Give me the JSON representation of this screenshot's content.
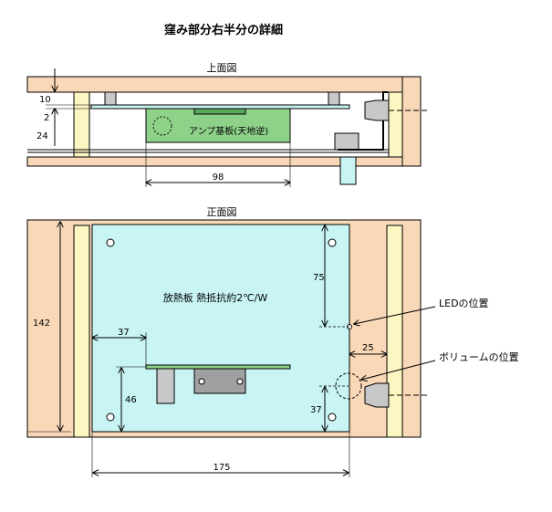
{
  "title": "窪み部分右半分の詳細",
  "top_view": {
    "caption": "上面図",
    "amp_board_label": "アンプ基板(天地逆)",
    "dims": {
      "d10": "10",
      "d2": "2",
      "d24": "24",
      "d98": "98"
    }
  },
  "front_view": {
    "caption": "正面図",
    "heatsink_label": "放熱板 熱抵抗約2℃/W",
    "led_label": "LEDの位置",
    "volume_label": "ボリュームの位置",
    "dims": {
      "d142": "142",
      "d75": "75",
      "d37_top": "37",
      "d25": "25",
      "d46": "46",
      "d37_right": "37",
      "d175": "175"
    }
  },
  "colors": {
    "wood": "#f9d8b8",
    "panel": "#fbf6c2",
    "heatsink": "#c8f4f4",
    "board": "#8ed28a",
    "metal": "#c8c8c8"
  }
}
